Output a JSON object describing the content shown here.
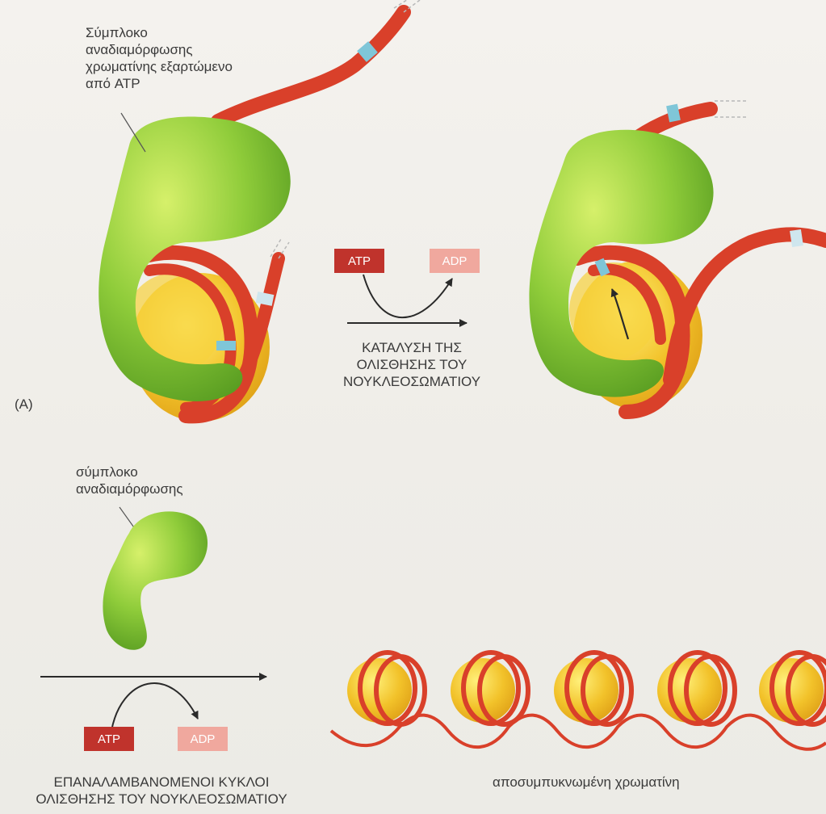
{
  "labels": {
    "remodeling_complex_atp": [
      "Σύμπλοκο",
      "αναδιαμόρφωσης",
      "χρωματίνης εξαρτώμενο",
      "από ATP"
    ],
    "panel_letter": "(A)",
    "catalysis": [
      "ΚΑΤΑΛΥΣΗ ΤΗΣ",
      "ΟΛΙΣΘΗΣΗΣ ΤΟΥ",
      "ΝΟΥΚΛΕΟΣΩΜΑΤΙΟΥ"
    ],
    "remodeling_complex": [
      "σύμπλοκο",
      "αναδιαμόρφωσης"
    ],
    "repeated_cycles": [
      "ΕΠΑΝΑΛΑΜΒΑΝΟΜΕΝΟΙ ΚΥΚΛΟΙ",
      "ΟΛΙΣΘΗΣΗΣ ΤΟΥ ΝΟΥΚΛΕΟΣΩΜΑΤΙΟΥ"
    ],
    "decondensed": "αποσυμπυκνωμένη χρωματίνη"
  },
  "reaction_top": {
    "reactant": "ATP",
    "product": "ADP"
  },
  "reaction_bottom": {
    "reactant": "ATP",
    "product": "ADP"
  },
  "colors": {
    "dna": "#d9402a",
    "dna_marker": "#7fc6d8",
    "histone": "#f2c22a",
    "remodeler": "#8fcc3a",
    "atp_box": "#c0332c",
    "adp_box": "#f0a89e"
  }
}
